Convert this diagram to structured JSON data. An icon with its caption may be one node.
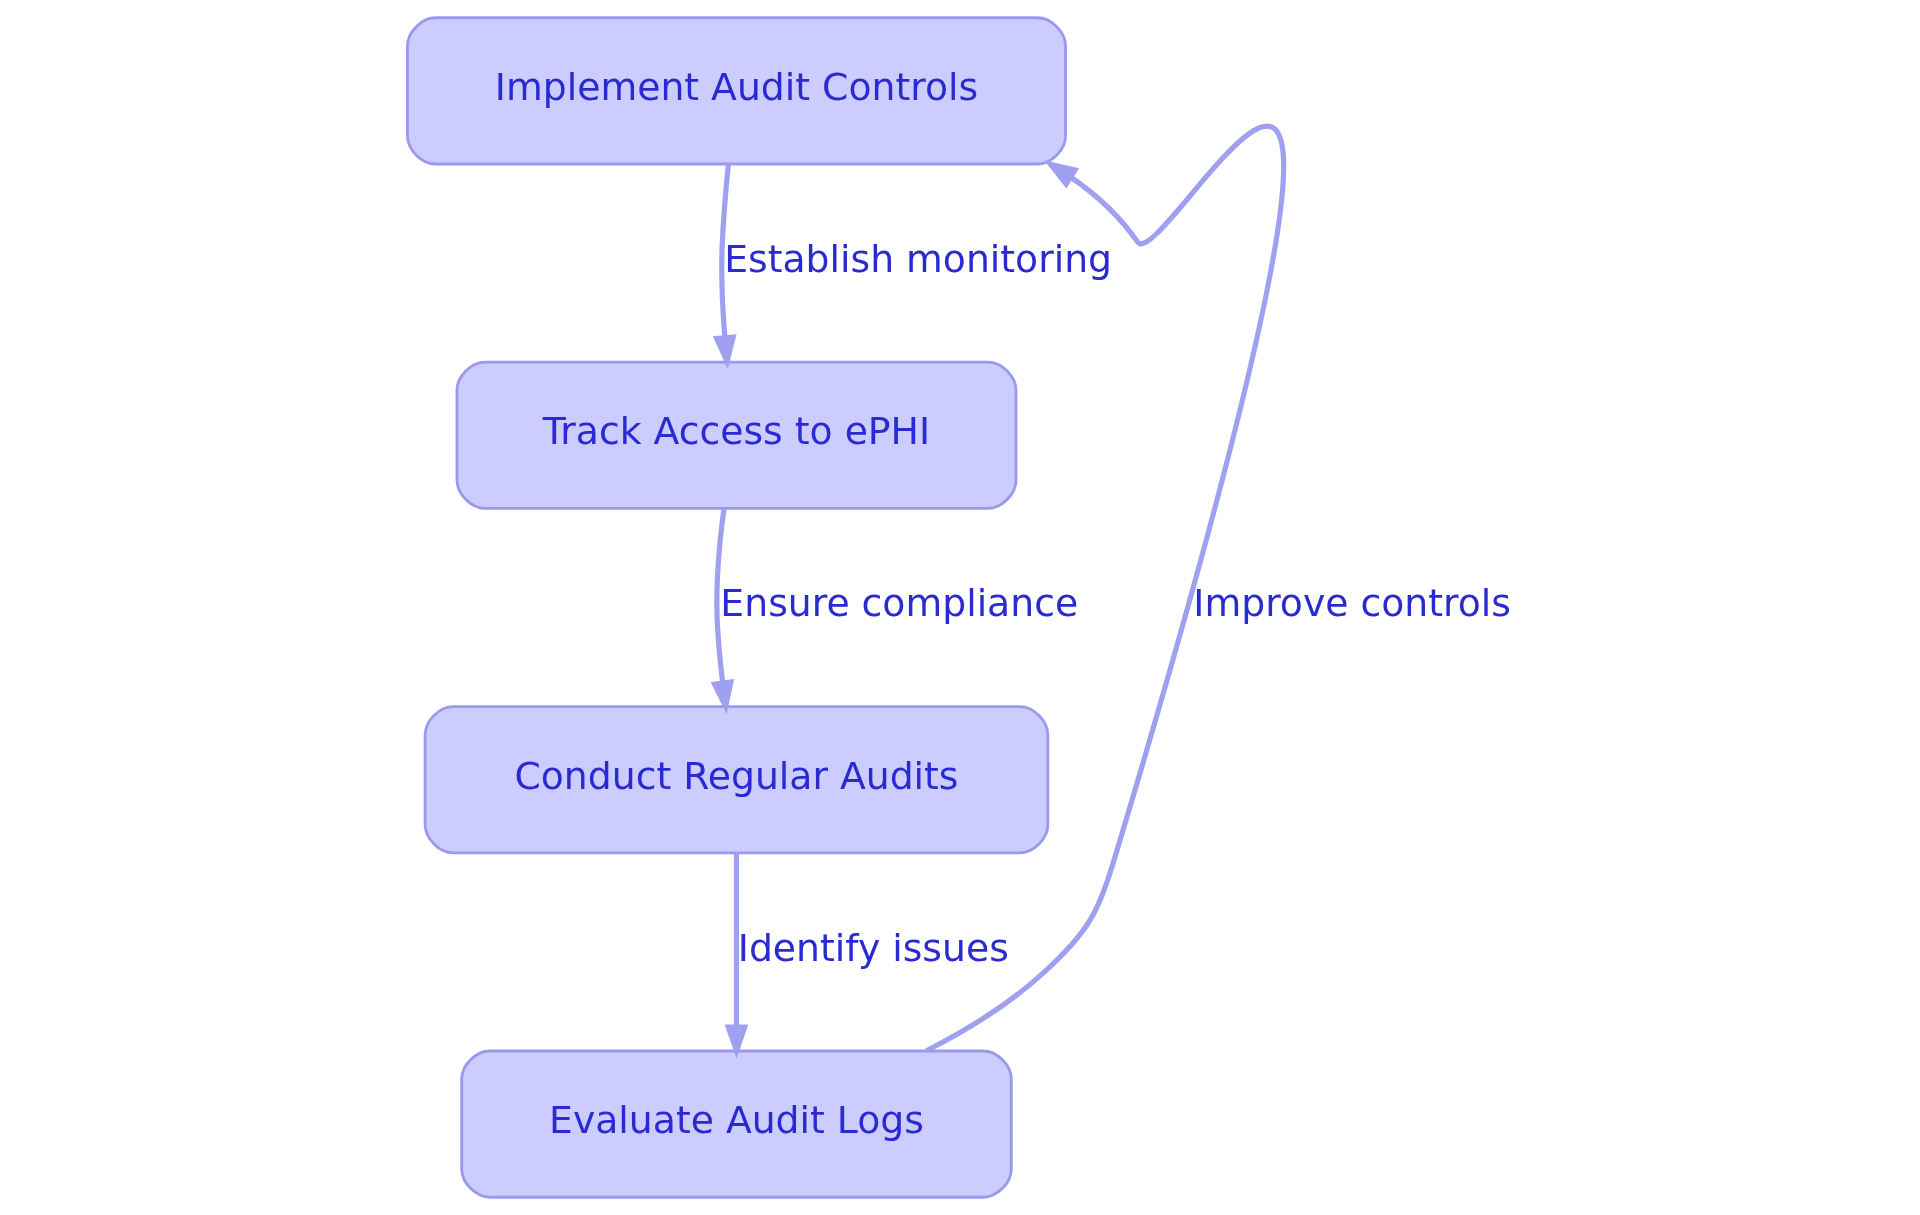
{
  "diagram": {
    "nodes": [
      {
        "text": [
          "Implement Audit Controls"
        ]
      },
      {
        "text": [
          "Track Access to ePHI"
        ]
      },
      {
        "text": [
          "Conduct Regular Audits"
        ]
      },
      {
        "text": [
          "Evaluate Audit Logs"
        ]
      }
    ],
    "edges": [
      {
        "from": 0,
        "to": 1,
        "arrow": "to",
        "label": "Establish monitoring"
      },
      {
        "from": 1,
        "to": 2,
        "arrow": "to",
        "label": "Ensure compliance"
      },
      {
        "from": 2,
        "to": 3,
        "arrow": "to",
        "label": "Identify issues"
      },
      {
        "from": 3,
        "to": 0,
        "arrow": "to",
        "label": "Improve controls"
      }
    ]
  }
}
